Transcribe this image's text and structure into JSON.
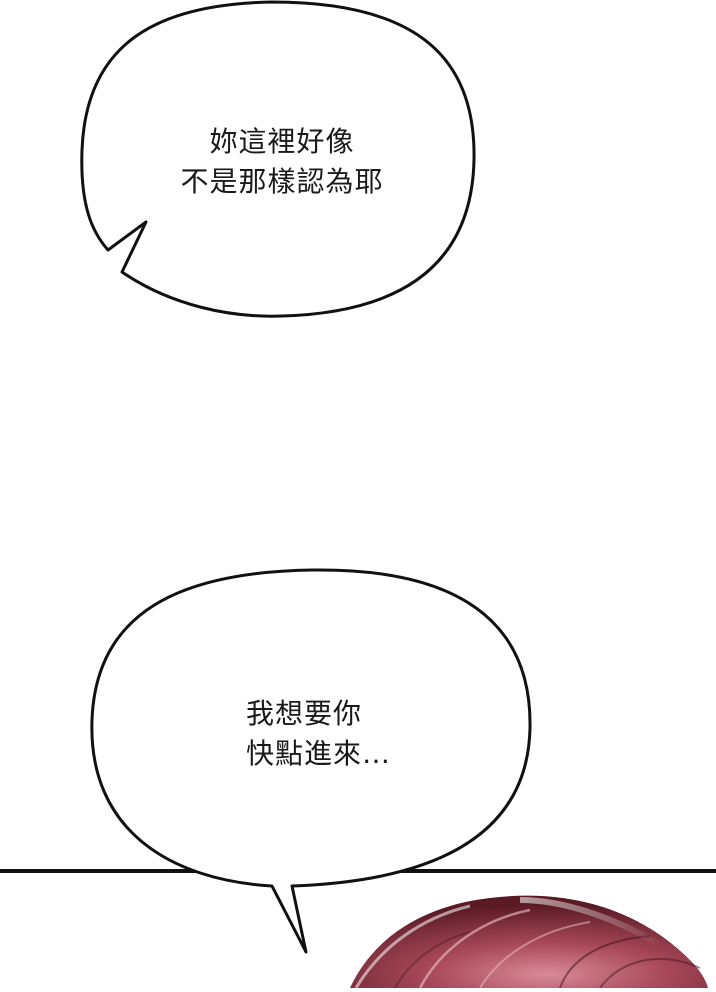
{
  "bubbles": [
    {
      "lines": [
        "妳這裡好像",
        "不是那樣認為耶"
      ]
    },
    {
      "lines": [
        "我想要你",
        "快點進來…"
      ]
    }
  ],
  "colors": {
    "background": "#ffffff",
    "ink": "#111111",
    "hair_dark": "#5a1a24",
    "hair_mid": "#a8485a",
    "hair_light": "#d88a98"
  }
}
